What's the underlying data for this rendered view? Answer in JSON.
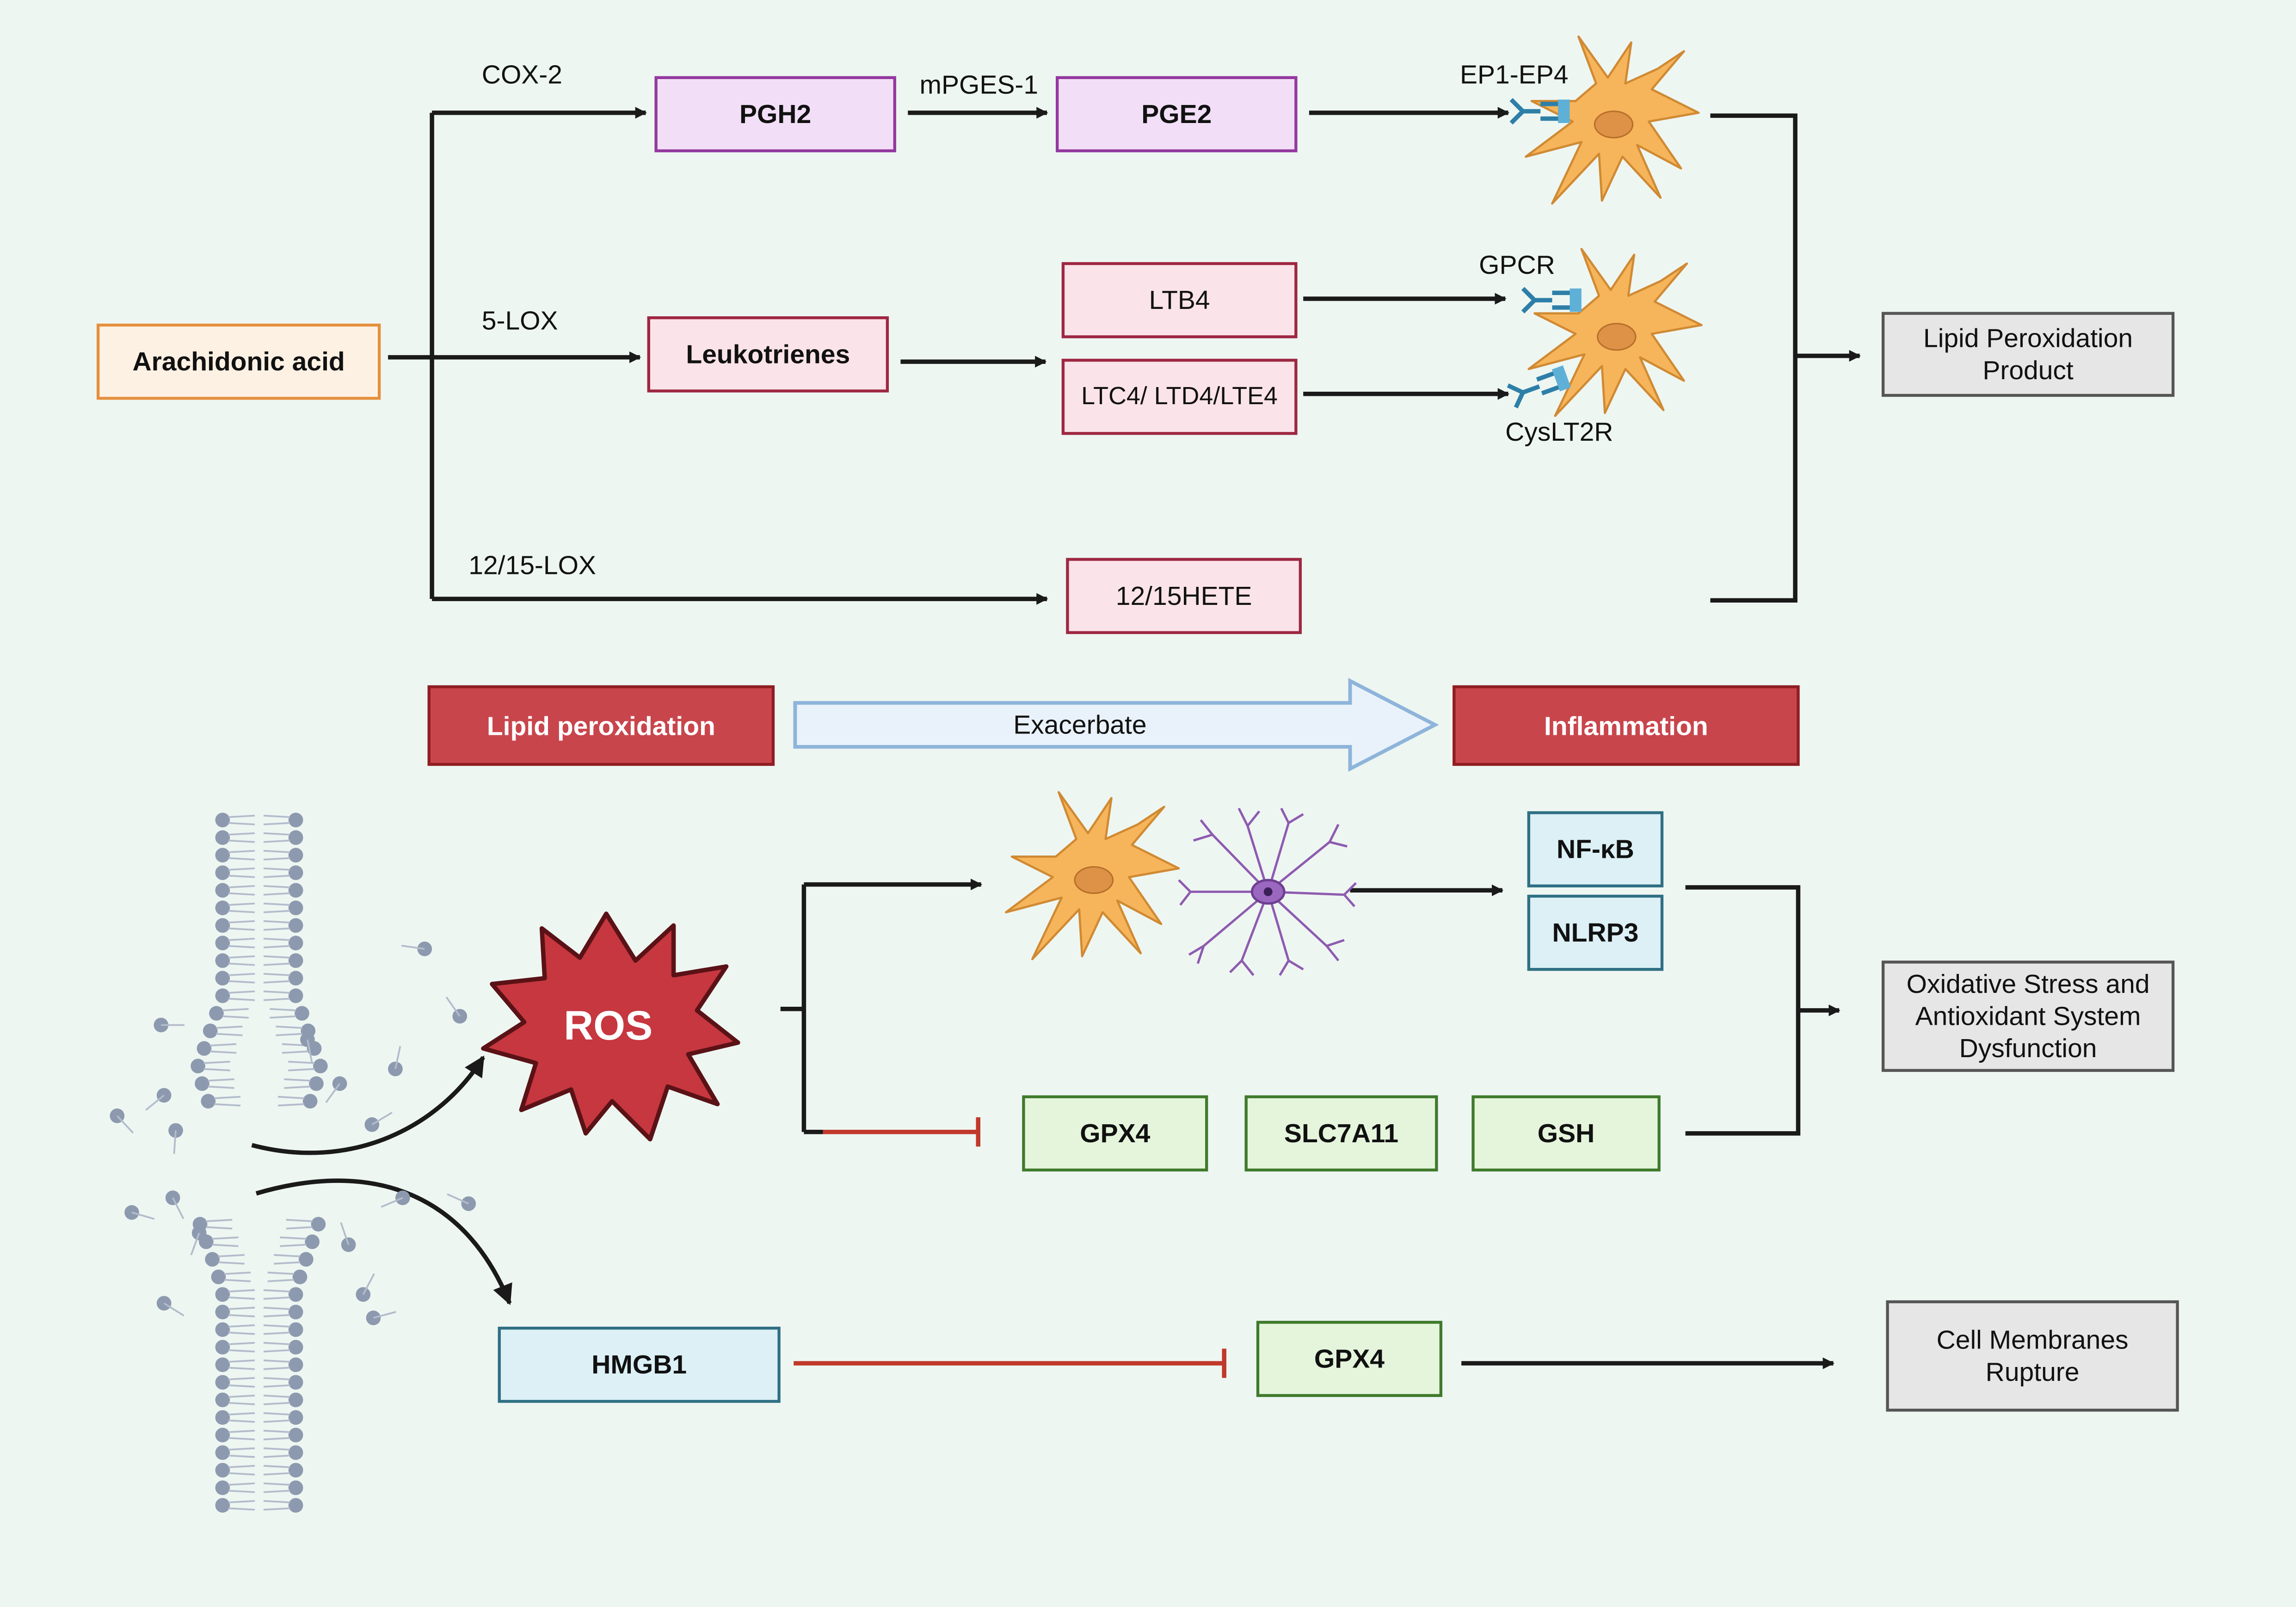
{
  "nodes": {
    "arachidonic_acid": "Arachidonic acid",
    "pgh2": "PGH2",
    "pge2": "PGE2",
    "leukotrienes": "Leukotrienes",
    "ltb4": "LTB4",
    "ltc4_ltd4_lte4": "LTC4/ LTD4/LTE4",
    "hete": "12/15HETE",
    "lipid_peroxidation_product": "Lipid Peroxidation Product",
    "lipid_peroxidation": "Lipid peroxidation",
    "inflammation": "Inflammation",
    "ros": "ROS",
    "nfkb": "NF-κB",
    "nlrp3": "NLRP3",
    "oxidative_stress": "Oxidative Stress and Antioxidant System Dysfunction",
    "gpx4_top": "GPX4",
    "slc7a11": "SLC7A11",
    "gsh": "GSH",
    "hmgb1": "HMGB1",
    "gpx4_bottom": "GPX4",
    "cell_membranes_rupture": "Cell Membranes Rupture"
  },
  "edge_labels": {
    "cox2": "COX-2",
    "mpges1": "mPGES-1",
    "lox5": "5-LOX",
    "lox1215": "12/15-LOX",
    "ep1_ep4": "EP1-EP4",
    "gpcr": "GPCR",
    "cyslt2r": "CysLT2R",
    "exacerbate": "Exacerbate"
  },
  "colors": {
    "orange_border": "#e58f3d",
    "purple_border": "#93399e",
    "pink_border": "#9e2741",
    "red_fill": "#c9454c",
    "blue_border": "#2f6f83",
    "green_border": "#3f7a2c",
    "inhibition": "#c0392b",
    "neuron": "#f6b55a",
    "microglia": "#8e5bb0",
    "membrane": "#8d99ae"
  },
  "icons": [
    "neuron-cell-icon",
    "receptor-icon",
    "astrocyte-icon",
    "phospholipid-bilayer-icon",
    "ros-starburst-icon"
  ]
}
